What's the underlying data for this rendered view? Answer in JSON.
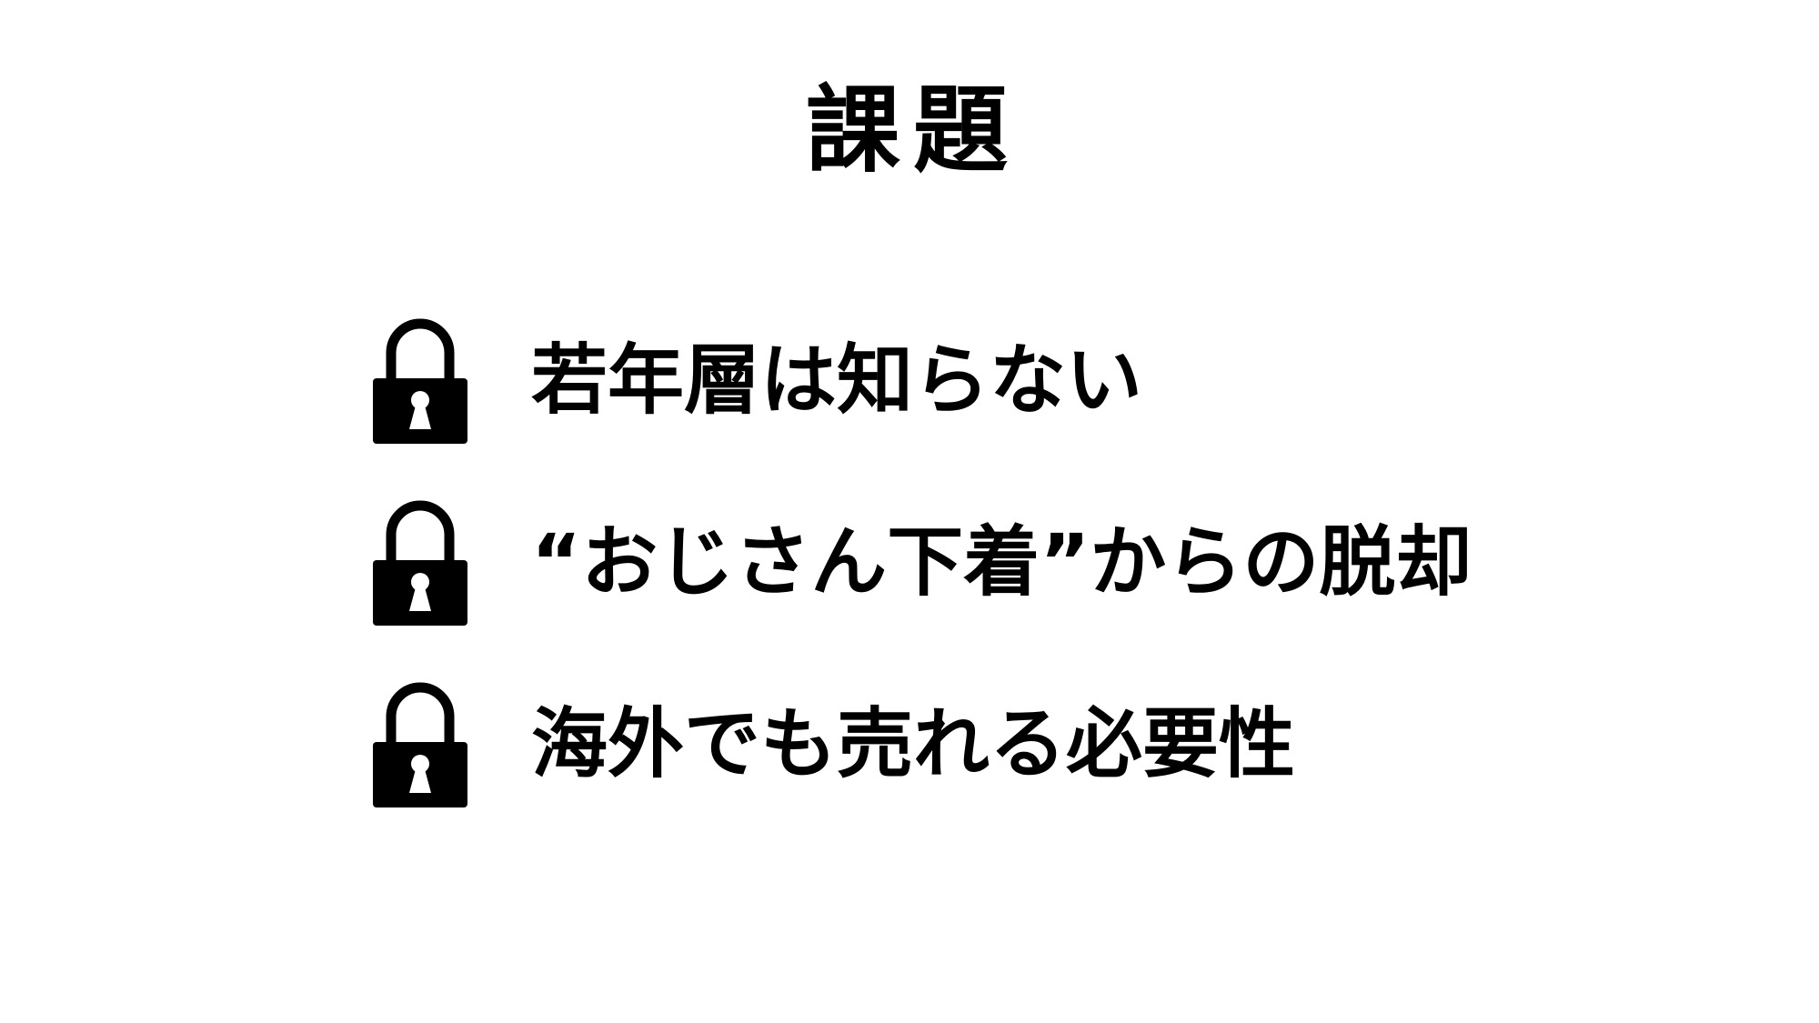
{
  "title": "課題",
  "items": [
    {
      "icon": "lock-icon",
      "text": "若年層は知らない"
    },
    {
      "icon": "lock-icon",
      "text": "“おじさん下着”からの脱却"
    },
    {
      "icon": "lock-icon",
      "text": "海外でも売れる必要性"
    }
  ]
}
